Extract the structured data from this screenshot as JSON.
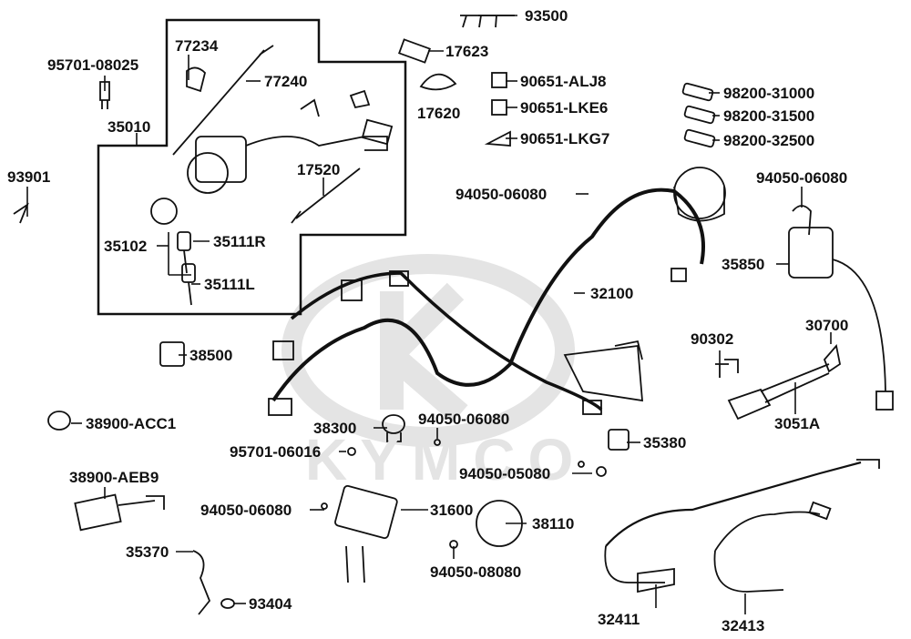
{
  "diagram": {
    "watermark_text": "KYMCO",
    "colors": {
      "line": "#111111",
      "watermark": "#e4e4e4",
      "background": "#ffffff"
    }
  },
  "parts": {
    "p93500": "93500",
    "p17623": "17623",
    "p17620": "17620",
    "p90651_alj8": "90651-ALJ8",
    "p90651_lke6": "90651-LKE6",
    "p90651_lkg7": "90651-LKG7",
    "p98200_31000": "98200-31000",
    "p98200_31500": "98200-31500",
    "p98200_32500": "98200-32500",
    "p95701_08025": "95701-08025",
    "p77234": "77234",
    "p77240": "77240",
    "p35010": "35010",
    "p93901": "93901",
    "p17520": "17520",
    "p35102": "35102",
    "p35111r": "35111R",
    "p35111l": "35111L",
    "p94050_06080_a": "94050-06080",
    "p94050_06080_b": "94050-06080",
    "p35850": "35850",
    "p32100": "32100",
    "p90302": "90302",
    "p30700": "30700",
    "p3051a": "3051A",
    "p38500": "38500",
    "p38900_acc1": "38900-ACC1",
    "p38300": "38300",
    "p94050_06080_c": "94050-06080",
    "p95701_06016": "95701-06016",
    "p35380": "35380",
    "p94050_05080": "94050-05080",
    "p38900_aeb9": "38900-AEB9",
    "p94050_06080_d": "94050-06080",
    "p31600": "31600",
    "p38110": "38110",
    "p35370": "35370",
    "p94050_08080": "94050-08080",
    "p93404": "93404",
    "p32411": "32411",
    "p32413": "32413"
  }
}
